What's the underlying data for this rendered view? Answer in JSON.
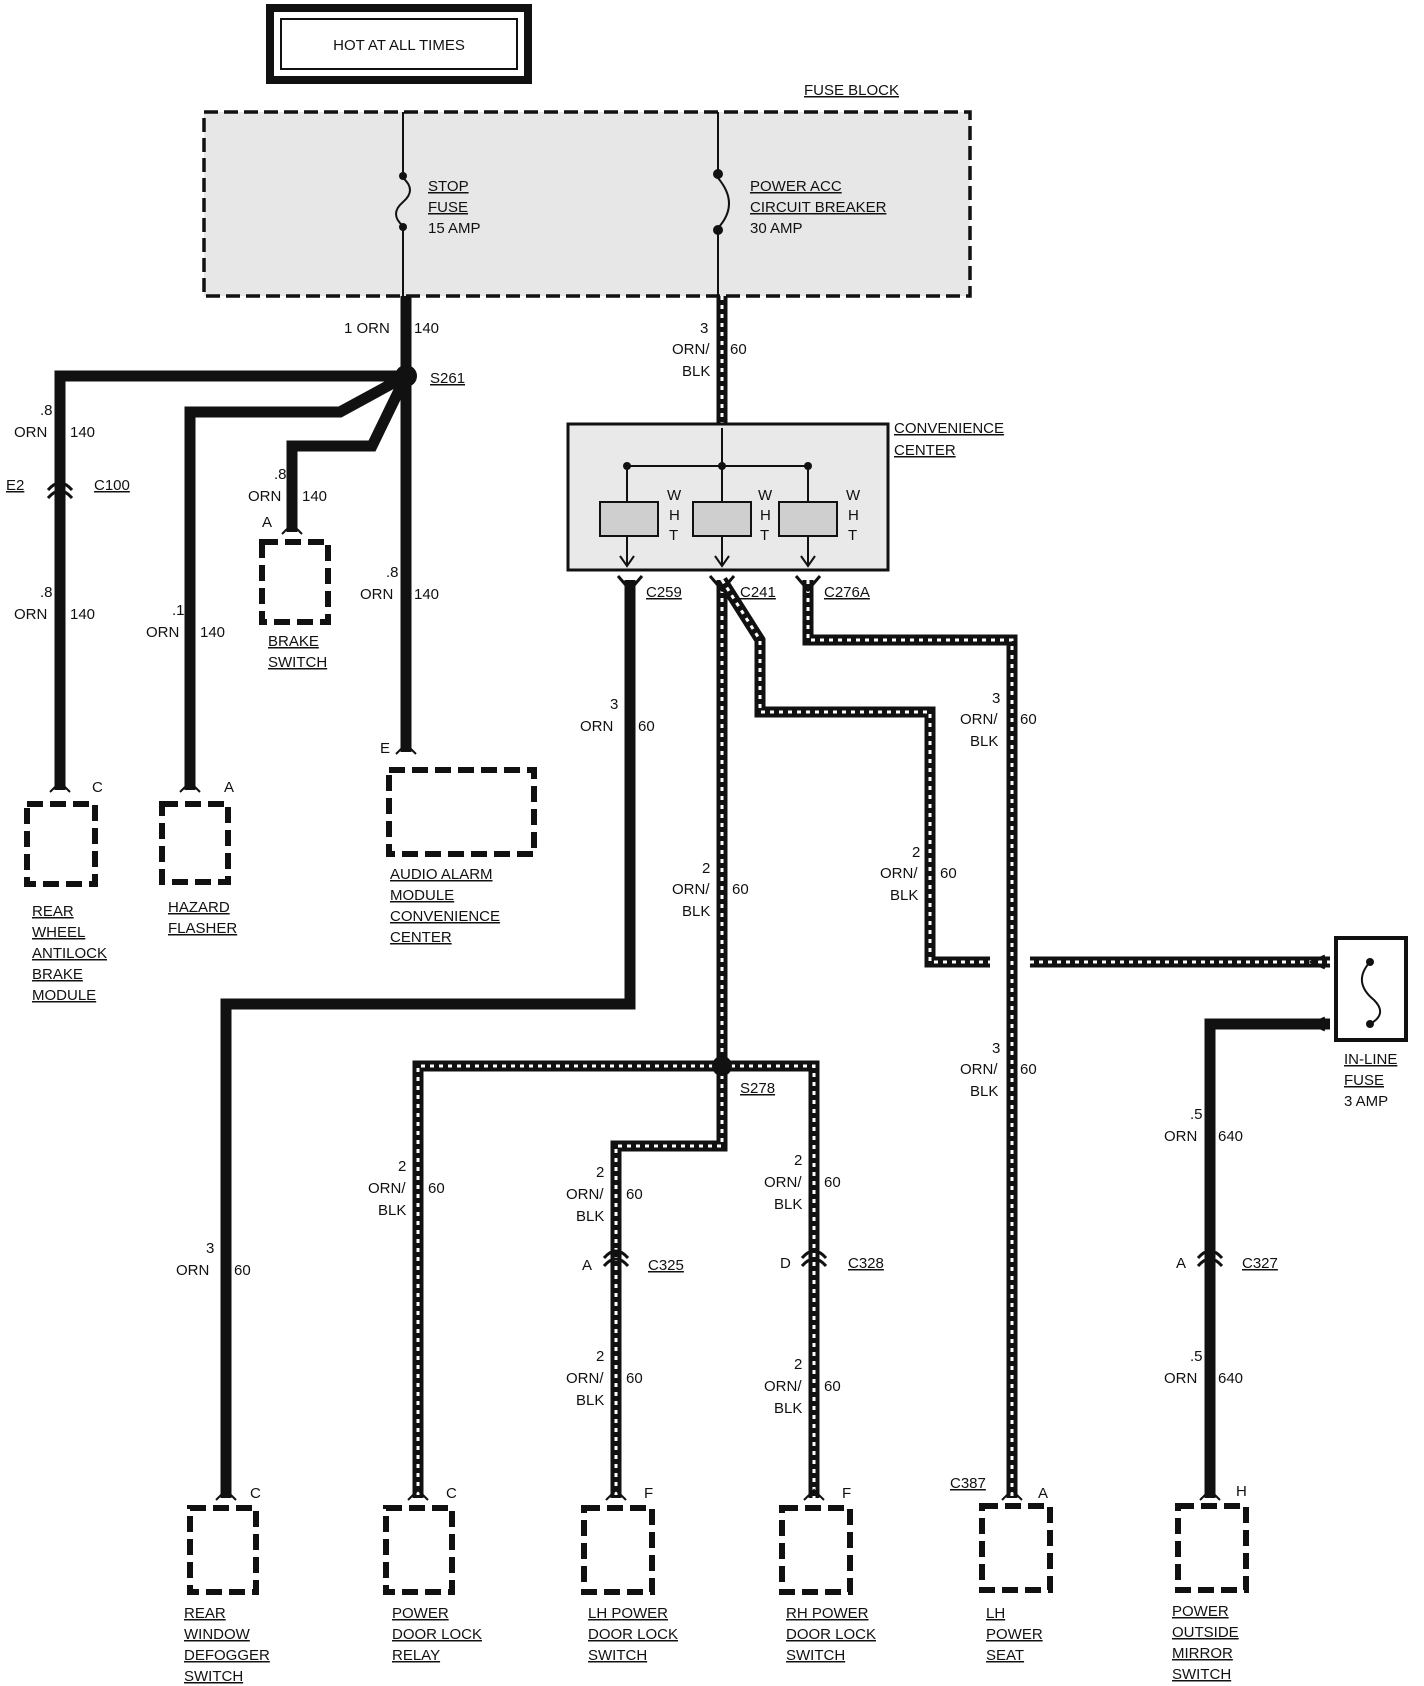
{
  "header": {
    "title": "HOT AT ALL TIMES"
  },
  "fuse_block": {
    "label": "FUSE BLOCK",
    "stop_fuse": [
      "STOP",
      "FUSE",
      "15 AMP"
    ],
    "breaker": [
      "POWER ACC",
      "CIRCUIT BREAKER",
      "30 AMP"
    ]
  },
  "convenience_center": {
    "label": [
      "CONVENIENCE",
      "CENTER"
    ],
    "relay_tag": [
      "W",
      "H",
      "T"
    ]
  },
  "splices": {
    "s261": "S261",
    "s278": "S278"
  },
  "connectors": {
    "c100": "C100",
    "e2": "E2",
    "c259": "C259",
    "c241": "C241",
    "c276a": "C276A",
    "c325": "C325",
    "c328": "C328",
    "c327": "C327",
    "c387": "C387"
  },
  "wire_labels": {
    "main_orn": [
      "1 ORN",
      "140"
    ],
    "orn_blk_3": [
      "3",
      "ORN/",
      "BLK",
      "60"
    ],
    "w_left_top": [
      ".8",
      "ORN",
      "140"
    ],
    "w_left_bot": [
      ".8",
      "ORN",
      "140"
    ],
    "w_hazard": [
      ".1",
      "ORN",
      "140"
    ],
    "w_brake": [
      ".8",
      "ORN",
      "140"
    ],
    "w_audio": [
      ".8",
      "ORN",
      "140"
    ],
    "w_c259": [
      "3",
      "ORN",
      "60"
    ],
    "w_c241": [
      "2",
      "ORN/",
      "BLK",
      "60"
    ],
    "w_inline": [
      "2",
      "ORN/",
      "BLK",
      "60"
    ],
    "w_seat_top": [
      "3",
      "ORN/",
      "BLK",
      "60"
    ],
    "w_seat_bot": [
      "3",
      "ORN/",
      "BLK",
      "60"
    ],
    "w_defog": [
      "3",
      "ORN",
      "60"
    ],
    "w_relay": [
      "2",
      "ORN/",
      "BLK",
      "60"
    ],
    "w_lh_top": [
      "2",
      "ORN/",
      "BLK",
      "60"
    ],
    "w_lh_bot": [
      "2",
      "ORN/",
      "BLK",
      "60"
    ],
    "w_rh_top": [
      "2",
      "ORN/",
      "BLK",
      "60"
    ],
    "w_rh_bot": [
      "2",
      "ORN/",
      "BLK",
      "60"
    ],
    "w_mirror_top": [
      ".5",
      "ORN",
      "640"
    ],
    "w_mirror_bot": [
      ".5",
      "ORN",
      "640"
    ]
  },
  "pins": {
    "rear_wheel": "C",
    "hazard": "A",
    "brake": "A",
    "audio": "E",
    "defog": "C",
    "relay": "C",
    "lh_door": "F",
    "rh_door": "F",
    "seat": "A",
    "mirror": "H",
    "c325_pin": "A",
    "c328_pin": "D",
    "c327_pin": "A"
  },
  "components": {
    "rear_wheel": [
      "REAR",
      "WHEEL",
      "ANTILOCK",
      "BRAKE",
      "MODULE"
    ],
    "hazard": [
      "HAZARD",
      "FLASHER"
    ],
    "brake": [
      "BRAKE",
      "SWITCH"
    ],
    "audio": [
      "AUDIO ALARM",
      "MODULE",
      "CONVENIENCE",
      "CENTER"
    ],
    "inline_fuse": [
      "IN-LINE",
      "FUSE",
      "3 AMP"
    ],
    "defog": [
      "REAR",
      "WINDOW",
      "DEFOGGER",
      "SWITCH"
    ],
    "relay": [
      "POWER",
      "DOOR LOCK",
      "RELAY"
    ],
    "lh_door": [
      "LH POWER",
      "DOOR LOCK",
      "SWITCH"
    ],
    "rh_door": [
      "RH POWER",
      "DOOR LOCK",
      "SWITCH"
    ],
    "seat": [
      "LH",
      "POWER",
      "SEAT"
    ],
    "mirror": [
      "POWER",
      "OUTSIDE",
      "MIRROR",
      "SWITCH"
    ]
  }
}
